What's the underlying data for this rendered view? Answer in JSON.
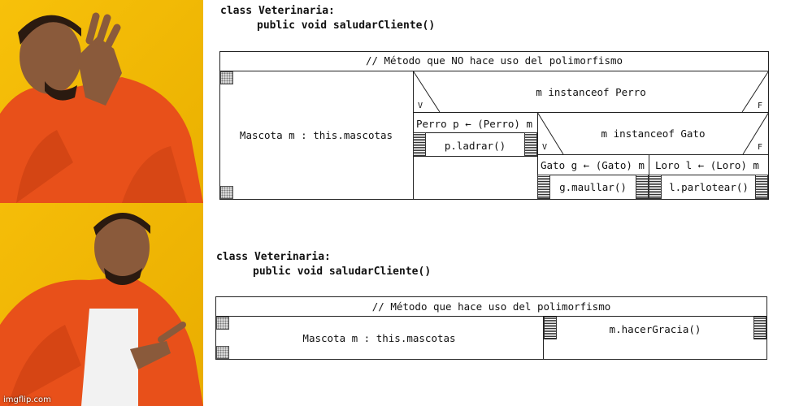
{
  "top": {
    "code_line1": "class Veterinaria:",
    "code_line2": "public void saludarCliente()",
    "comment": "// Método que NO hace uso del polimorfismo",
    "loop": "Mascota m : this.mascotas",
    "cond1": "m instanceof Perro",
    "v": "V",
    "f": "F",
    "assign_perro": "Perro p ← (Perro) m",
    "call_perro": "p.ladrar()",
    "cond2": "m instanceof Gato",
    "assign_gato": "Gato g ← (Gato) m",
    "call_gato": "g.maullar()",
    "assign_loro": "Loro l ← (Loro) m",
    "call_loro": "l.parlotear()"
  },
  "bottom": {
    "code_line1": "class Veterinaria:",
    "code_line2": "public void saludarCliente()",
    "comment": "// Método que hace uso del polimorfismo",
    "loop": "Mascota m : this.mascotas",
    "call": "m.hacerGracia()"
  },
  "watermark": "imgflip.com",
  "colors": {
    "background": "#f2b705",
    "jacket": "#e8501a"
  }
}
